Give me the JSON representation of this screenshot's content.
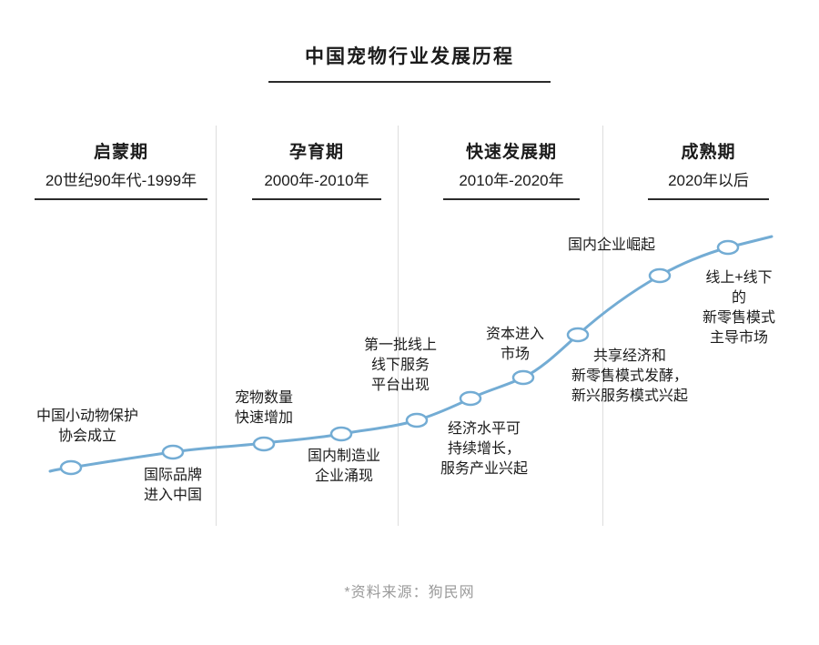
{
  "title": "中国宠物行业发展历程",
  "phases": [
    {
      "name": "启蒙期",
      "range": "20世纪90年代-1999年"
    },
    {
      "name": "孕育期",
      "range": "2000年-2010年"
    },
    {
      "name": "快速发展期",
      "range": "2010年-2020年"
    },
    {
      "name": "成熟期",
      "range": "2020年以后"
    }
  ],
  "milestones": [
    {
      "label": "中国小动物保护\n协会成立"
    },
    {
      "label": "国际品牌\n进入中国"
    },
    {
      "label": "宠物数量\n快速增加"
    },
    {
      "label": "国内制造业\n企业涌现"
    },
    {
      "label": "第一批线上\n线下服务\n平台出现"
    },
    {
      "label": "经济水平可\n持续增长，\n服务产业兴起"
    },
    {
      "label": "资本进入\n市场"
    },
    {
      "label": "共享经济和\n新零售模式发酵，\n新兴服务模式兴起"
    },
    {
      "label": "国内企业崛起"
    },
    {
      "label": "线上+线下的\n新零售模式\n主导市场"
    }
  ],
  "source": "*资料来源：狗民网",
  "colors": {
    "curve": "#73ACD4",
    "marker_fill": "#FFFFFF",
    "divider": "#DDDDDD",
    "heading": "#1B1B1B",
    "underline": "#2B2B2B",
    "source_text": "#9B9B9B"
  }
}
